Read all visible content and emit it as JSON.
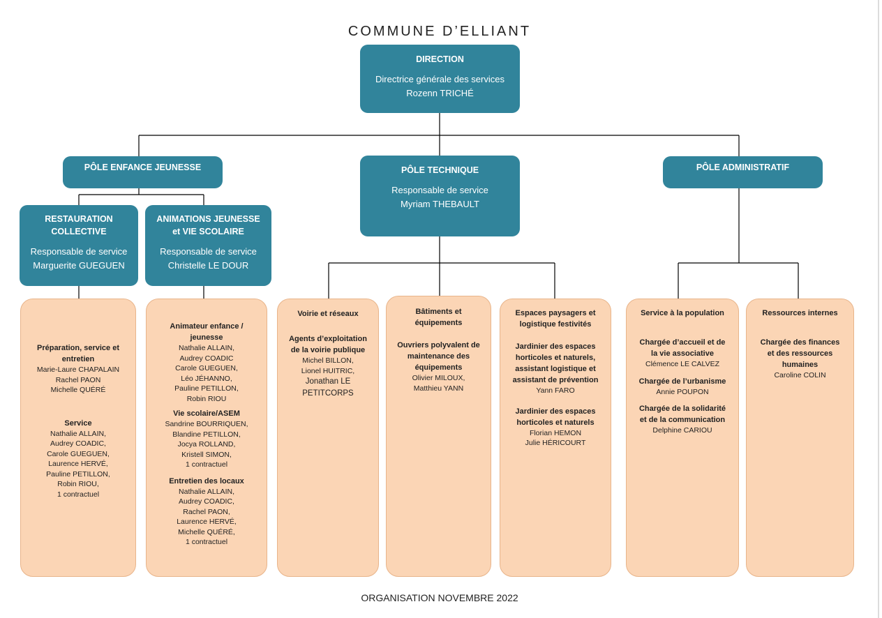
{
  "title": "COMMUNE D’ELLIANT",
  "footer": "ORGANISATION NOVEMBRE 2022",
  "direction": {
    "label": "DIRECTION",
    "role": "Directrice générale des services",
    "name": "Rozenn TRICHÉ"
  },
  "enfance": {
    "label": "PÔLE ENFANCE JEUNESSE"
  },
  "technique": {
    "label": "PÔLE TECHNIQUE",
    "role": "Responsable de service",
    "name": "Myriam THEBAULT"
  },
  "admin": {
    "label": "PÔLE ADMINISTRATIF"
  },
  "restauration": {
    "label1": "RESTAURATION",
    "label2": "COLLECTIVE",
    "role": "Responsable de service",
    "name": "Marguerite GUEGUEN"
  },
  "animations": {
    "label1": "ANIMATIONS JEUNESSE",
    "label2": "et VIE SCOLAIRE",
    "role": "Responsable de service",
    "name": "Christelle LE DOUR"
  },
  "resto_team": {
    "g1": {
      "t1": "Préparation, service et",
      "t2": "entretien",
      "m": [
        "Marie-Laure CHAPALAIN",
        "Rachel PAON",
        "Michelle QUÉRÉ"
      ]
    },
    "g2": {
      "t1": "Service",
      "m": [
        "Nathalie ALLAIN,",
        "Audrey COADIC,",
        "Carole GUEGUEN,",
        "Laurence HERVÉ,",
        "Pauline PETILLON,",
        "Robin RIOU,",
        "1 contractuel"
      ]
    }
  },
  "anim_team": {
    "g1": {
      "t1": "Animateur enfance /",
      "t2": "jeunesse",
      "m": [
        "Nathalie ALLAIN,",
        "Audrey COADIC",
        "Carole GUEGUEN,",
        "Léo JÉHANNO,",
        "Pauline PETILLON,",
        "Robin RIOU"
      ]
    },
    "g2": {
      "t1": "Vie scolaire/ASEM",
      "m": [
        "Sandrine BOURRIQUEN,",
        "Blandine PETILLON,",
        "Jocya ROLLAND,",
        "Kristell SIMON,",
        "1 contractuel"
      ]
    },
    "g3": {
      "t1": "Entretien des locaux",
      "m": [
        "Nathalie ALLAIN,",
        "Audrey COADIC,",
        "Rachel PAON,",
        "Laurence HERVÉ,",
        "Michelle QUÉRÉ,",
        "1 contractuel"
      ]
    }
  },
  "voirie": {
    "title": "Voirie et réseaux",
    "t1": "Agents d’exploitation",
    "t2": "de la voirie publique",
    "m1": "Michel BILLON,",
    "m2": "Lionel HUITRIC,",
    "m3": "Jonathan LE",
    "m4": "PETITCORPS"
  },
  "batiments": {
    "title1": "Bâtiments et",
    "title2": "équipements",
    "t1": "Ouvriers polyvalent de",
    "t2": "maintenance des",
    "t3": "équipements",
    "m1": "Olivier MILOUX,",
    "m2": "Matthieu YANN"
  },
  "espaces": {
    "title1": "Espaces paysagers et",
    "title2": "logistique festivités",
    "t1": "Jardinier des espaces",
    "t2": "horticoles et naturels,",
    "t3": "assistant logistique et",
    "t4": "assistant de prévention",
    "m1": "Yann FARO",
    "u1": "Jardinier des espaces",
    "u2": "horticoles et naturels",
    "n1": "Florian HEMON",
    "n2": "Julie HÉRICOURT"
  },
  "population": {
    "title": "Service à la population",
    "a1": "Chargée d’accueil et de",
    "a2": "la vie associative",
    "an": "Clémence LE CALVEZ",
    "b1": "Chargée de l’urbanisme",
    "bn": "Annie POUPON",
    "c1": "Chargée de la solidarité",
    "c2": "et de la communication",
    "cn": "Delphine CARIOU"
  },
  "ressources": {
    "title": "Ressources internes",
    "t1": "Chargée des finances",
    "t2": "et des ressources",
    "t3": "humaines",
    "n": "Caroline COLIN"
  }
}
